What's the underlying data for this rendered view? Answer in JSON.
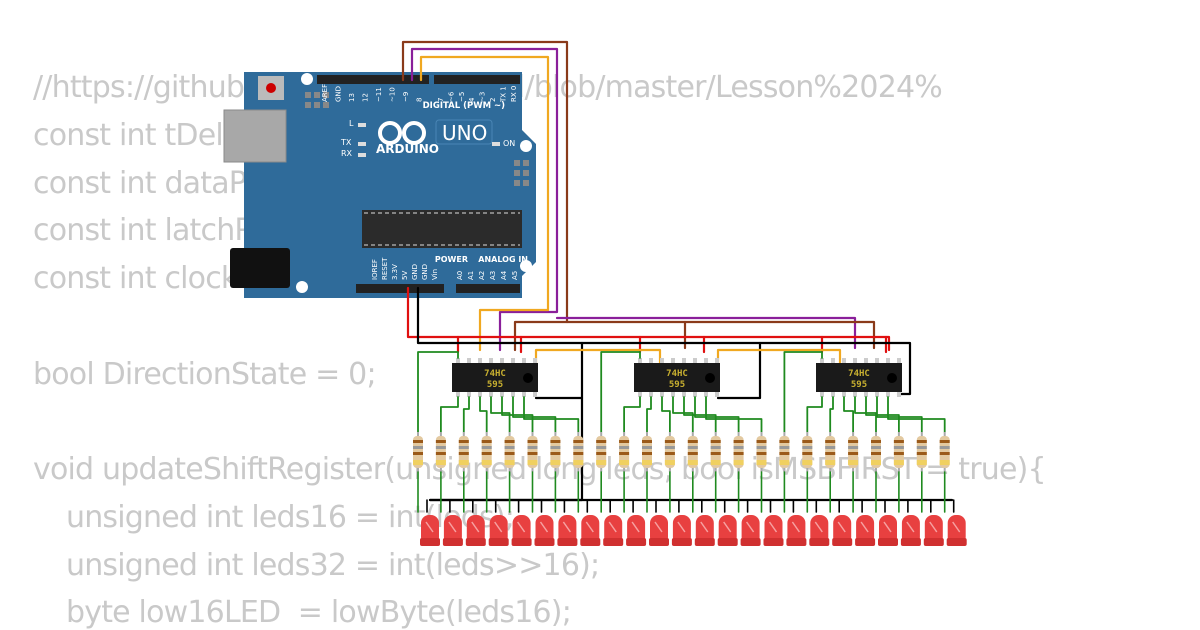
{
  "code": {
    "lines": [
      "//https://github.com/ElegooTutorial/blob/master/Lesson%2024%",
      "const int tDelay = 100;",
      "const int dataPin = 4;",
      "const int latchPin = 3;",
      "const int clockPin = 2;",
      "",
      "bool DirectionState = 0;",
      "",
      "void updateShiftRegister(unsigned long leds, bool isMSBFIRST = true){",
      "unsigned int leds16 = int(leds);",
      "unsigned int leds32 = int(leds>>16);",
      "byte low16LED  = lowByte(leds16);"
    ]
  },
  "arduino": {
    "brand": "ARDUINO",
    "model": "UNO",
    "on_label": "ON",
    "l_label": "L",
    "tx_label": "TX",
    "rx_label": "RX",
    "digital_label": "DIGITAL (PWM ~)",
    "power_label": "POWER",
    "analog_label": "ANALOG IN",
    "digital_pins": [
      "AREF",
      "GND",
      "13",
      "12",
      "~11",
      "~10",
      "~9",
      "8",
      "7",
      "~6",
      "~5",
      "4",
      "~3",
      "2",
      "TX 1",
      "RX 0"
    ],
    "power_pins": [
      "IOREF",
      "RESET",
      "3.3V",
      "5V",
      "GND",
      "GND",
      "Vin"
    ],
    "analog_pins": [
      "A0",
      "A1",
      "A2",
      "A3",
      "A4",
      "A5"
    ],
    "board_color": "#2f6b9a"
  },
  "shift_registers": [
    {
      "line1": "74HC",
      "line2": "595"
    },
    {
      "line1": "74HC",
      "line2": "595"
    },
    {
      "line1": "74HC",
      "line2": "595"
    }
  ],
  "resistor_count": 24,
  "led_count": 24,
  "wire_colors": {
    "power": "#e01010",
    "ground": "#000000",
    "data": "#f0a820",
    "latch": "#8a1f9a",
    "clock": "#8a3a1a",
    "signal": "#1f8a1f",
    "led_red": "#e84040"
  }
}
